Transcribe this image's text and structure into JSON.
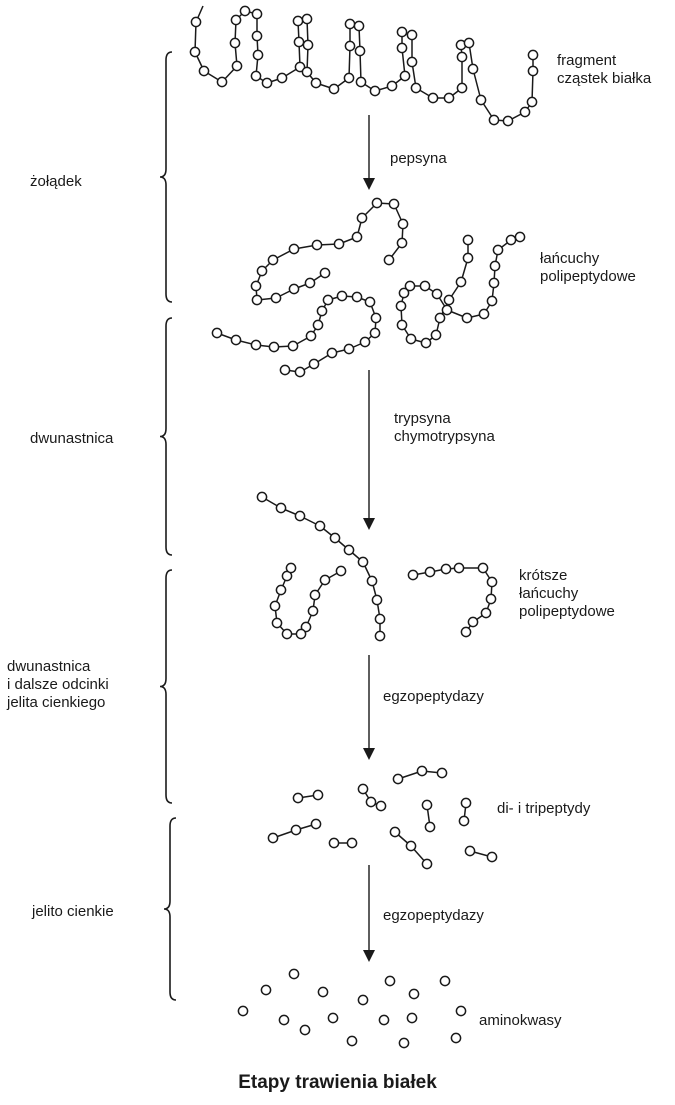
{
  "colors": {
    "ink": "#1a1a1a",
    "background": "#ffffff",
    "bead_fill": "#ffffff"
  },
  "stages": [
    {
      "id": "stomach",
      "label": "żołądek"
    },
    {
      "id": "duodenum",
      "label": "dwunastnica"
    },
    {
      "id": "duodenum-intestine",
      "label": "dwunastnica\ni dalsze odcinki\njelita cienkiego"
    },
    {
      "id": "small-intestine",
      "label": "jelito cienkie"
    }
  ],
  "enzymes": [
    {
      "id": "pepsin",
      "label": "pepsyna"
    },
    {
      "id": "trypsin",
      "label": "trypsyna\nchymotrypsyna"
    },
    {
      "id": "exopeptidase-1",
      "label": "egzopeptydazy"
    },
    {
      "id": "exopeptidase-2",
      "label": "egzopeptydazy"
    }
  ],
  "products": [
    {
      "id": "protein",
      "label": "fragment\ncząstek białka"
    },
    {
      "id": "polypeptides",
      "label": "łańcuchy\npolipeptydowe"
    },
    {
      "id": "short-polypeptides",
      "label": "krótsze\nłańcuchy\npolipeptydowe"
    },
    {
      "id": "di-tripeptides",
      "label": "di- i tripeptydy"
    },
    {
      "id": "amino-acids",
      "label": "aminokwasy"
    }
  ],
  "caption": "Etapy trawienia białek"
}
